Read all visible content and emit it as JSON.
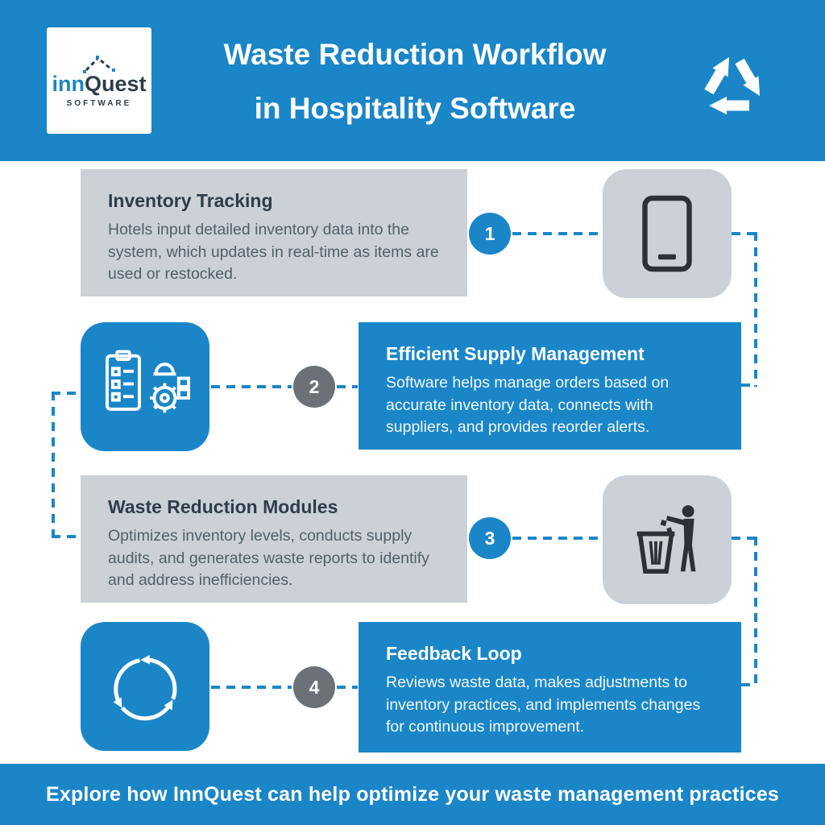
{
  "header": {
    "logo": {
      "name_inn": "inn",
      "name_quest": "Quest",
      "subtitle": "SOFTWARE"
    },
    "title_line1": "Waste Reduction Workflow",
    "title_line2": "in Hospitality Software",
    "recycle_icon": "recycle-symbol"
  },
  "steps": [
    {
      "number": "1",
      "title": "Inventory Tracking",
      "body": "Hotels input detailed inventory data into the system, which updates in real-time as items are used or restocked.",
      "icon": "tablet-icon",
      "badge_color": "blue"
    },
    {
      "number": "2",
      "title": "Efficient Supply Management",
      "body": "Software helps manage orders based on accurate inventory data, connects with suppliers, and provides reorder alerts.",
      "icon": "supply-management-icon",
      "badge_color": "gray"
    },
    {
      "number": "3",
      "title": "Waste Reduction Modules",
      "body": "Optimizes inventory levels, conducts supply audits, and generates waste reports to identify and address inefficiencies.",
      "icon": "waste-disposal-icon",
      "badge_color": "blue"
    },
    {
      "number": "4",
      "title": "Feedback Loop",
      "body": "Reviews waste data, makes adjustments to inventory practices, and implements changes for continuous improvement.",
      "icon": "feedback-loop-icon",
      "badge_color": "gray"
    }
  ],
  "footer": {
    "text": "Explore how InnQuest can help optimize your waste management practices"
  },
  "colors": {
    "blue": "#1a86c8",
    "gray_panel": "#cbd1d6",
    "gray_badge": "#6b7177",
    "dark_text": "#2e3d49",
    "body_text": "#52606b",
    "icon_dark": "#2b3136"
  }
}
